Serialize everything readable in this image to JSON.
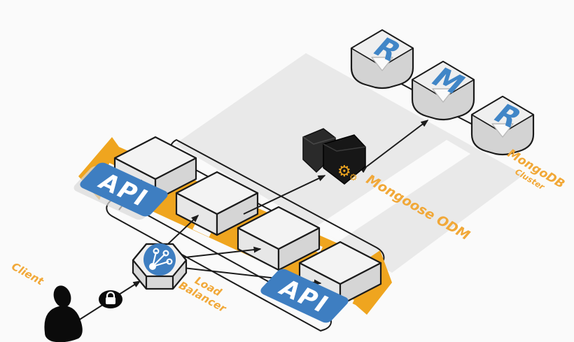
{
  "diagram": {
    "type": "isometric-architecture-diagram",
    "labels": {
      "client": "Client",
      "load_balancer_line1": "Load",
      "load_balancer_line2": "Balancer",
      "api_top": "API",
      "api_bottom": "API",
      "mongoose_odm": "Mongoose ODM",
      "mongodb": "MongoDB",
      "mongodb_sub": "Cluster"
    },
    "cluster_members": [
      "R",
      "M",
      "R"
    ],
    "api_server_count": 4,
    "icons": [
      "person-icon",
      "lock-icon",
      "load-balancer-hexagon-icon",
      "share-network-icon",
      "api-server-box",
      "gears-icon",
      "database-replica-die"
    ],
    "colors": {
      "orange": "#EFA51F",
      "orange_text": "#F1A838",
      "blue": "#3E7EC1",
      "letter_blue": "#4186C7",
      "plane_gray": "#E9E9E9",
      "line_dark": "#1B1B1B",
      "background": "#FAFAFA"
    }
  }
}
